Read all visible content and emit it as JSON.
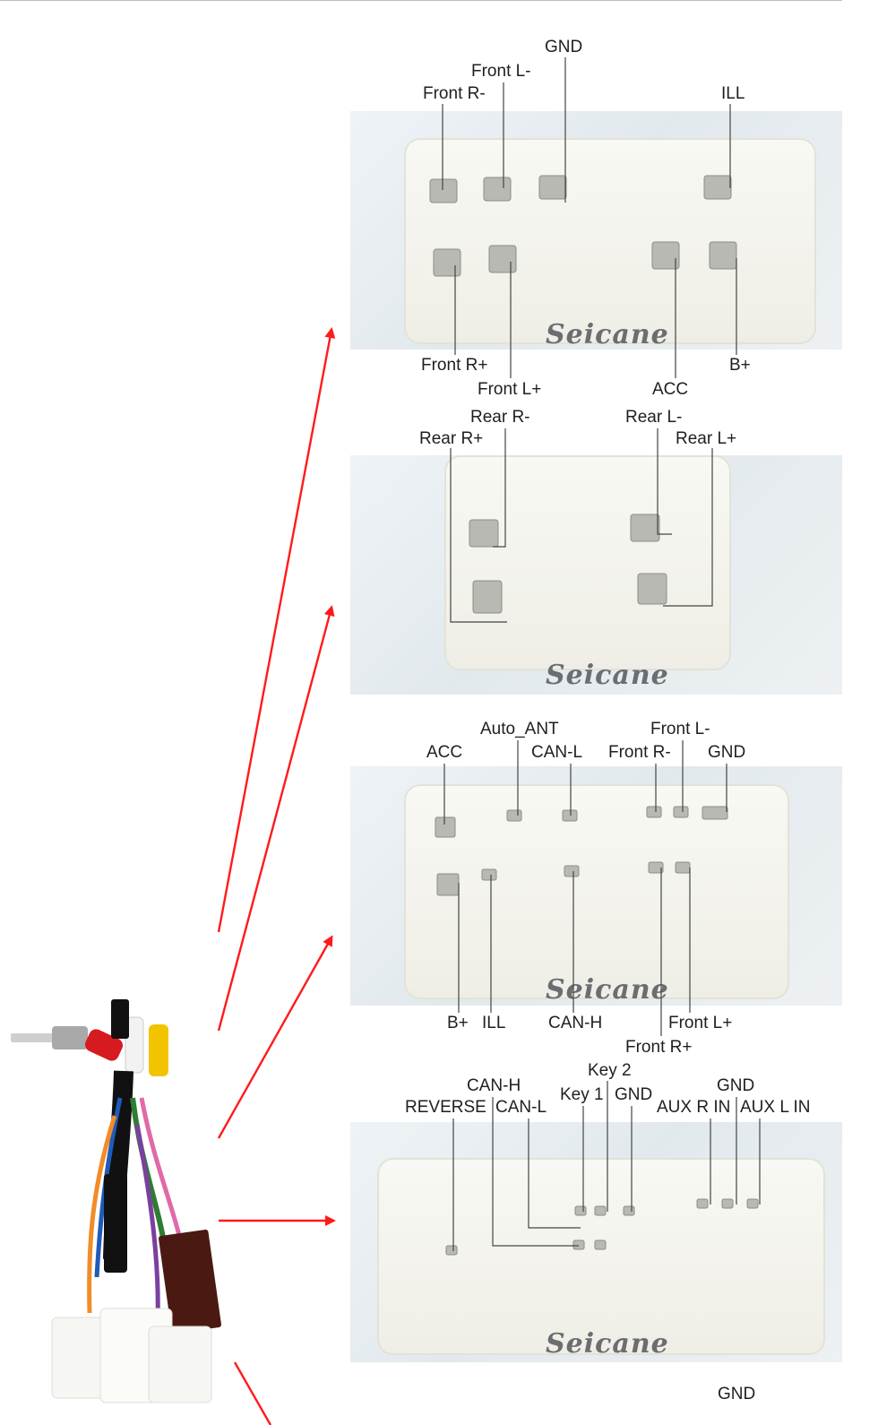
{
  "brand": "Seicane",
  "panels": [
    {
      "id": "panel-1",
      "labels": [
        "GND",
        "Front L-",
        "Front R-",
        "ILL",
        "Front R+",
        "B+",
        "Front L+",
        "ACC"
      ]
    },
    {
      "id": "panel-2",
      "labels": [
        "Rear R-",
        "Rear L-",
        "Rear R+",
        "Rear L+"
      ]
    },
    {
      "id": "panel-3",
      "labels": [
        "Auto_ANT",
        "Front L-",
        "ACC",
        "CAN-L",
        "Front R-",
        "GND",
        "B+",
        "ILL",
        "CAN-H",
        "Front L+",
        "Front R+"
      ]
    },
    {
      "id": "panel-4",
      "labels": [
        "Key 2",
        "CAN-H",
        "GND",
        "Key 1",
        "GND",
        "REVERSE",
        "CAN-L",
        "AUX R IN",
        "AUX L IN"
      ]
    }
  ],
  "footer_label": "GND",
  "colors": {
    "arrow": "#ff1a1a",
    "leader": "#444444",
    "pin": "#b9b9b4"
  }
}
